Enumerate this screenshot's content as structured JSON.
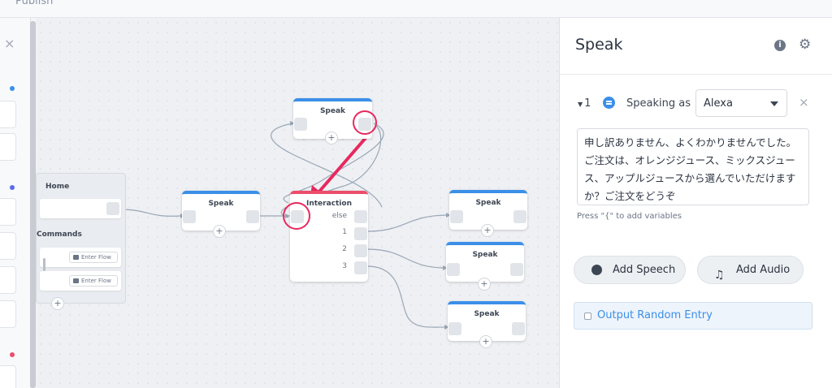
{
  "topbar": {
    "publish_label": "Publish"
  },
  "sidebar": {
    "close_icon": "×"
  },
  "canvas": {
    "home_block": {
      "home_label": "Home",
      "commands_label": "Commands",
      "enter_flow_1": "Enter Flow",
      "enter_flow_2": "Enter Flow"
    },
    "nodes": {
      "speak_top": "Speak",
      "speak_left": "Speak",
      "interaction": "Interaction",
      "interaction_labels": [
        "else",
        "1",
        "2",
        "3"
      ],
      "speak_r1": "Speak",
      "speak_r2": "Speak",
      "speak_r3": "Speak"
    },
    "plus": "+",
    "colors": {
      "speak_accent": "#3b8fe8",
      "interaction_accent": "#ec4d6c",
      "highlight": "#e8285e"
    }
  },
  "panel": {
    "title": "Speak",
    "info_icon": "i",
    "gear_icon": "⚙",
    "entry_number": "1",
    "speaking_as_label": "Speaking as",
    "voice_value": "Alexa",
    "remove_icon": "×",
    "speech_text": "申し訳ありません、よくわかりませんでした。ご注文は、オレンジジュース、ミックスジュース、アップルジュースから選んでいただけますか？ご注文をどうぞ",
    "hint": "Press \"{\" to add variables",
    "add_speech_label": "Add Speech",
    "add_audio_label": "Add Audio",
    "audio_icon": "♫",
    "random_label": "Output Random Entry"
  }
}
